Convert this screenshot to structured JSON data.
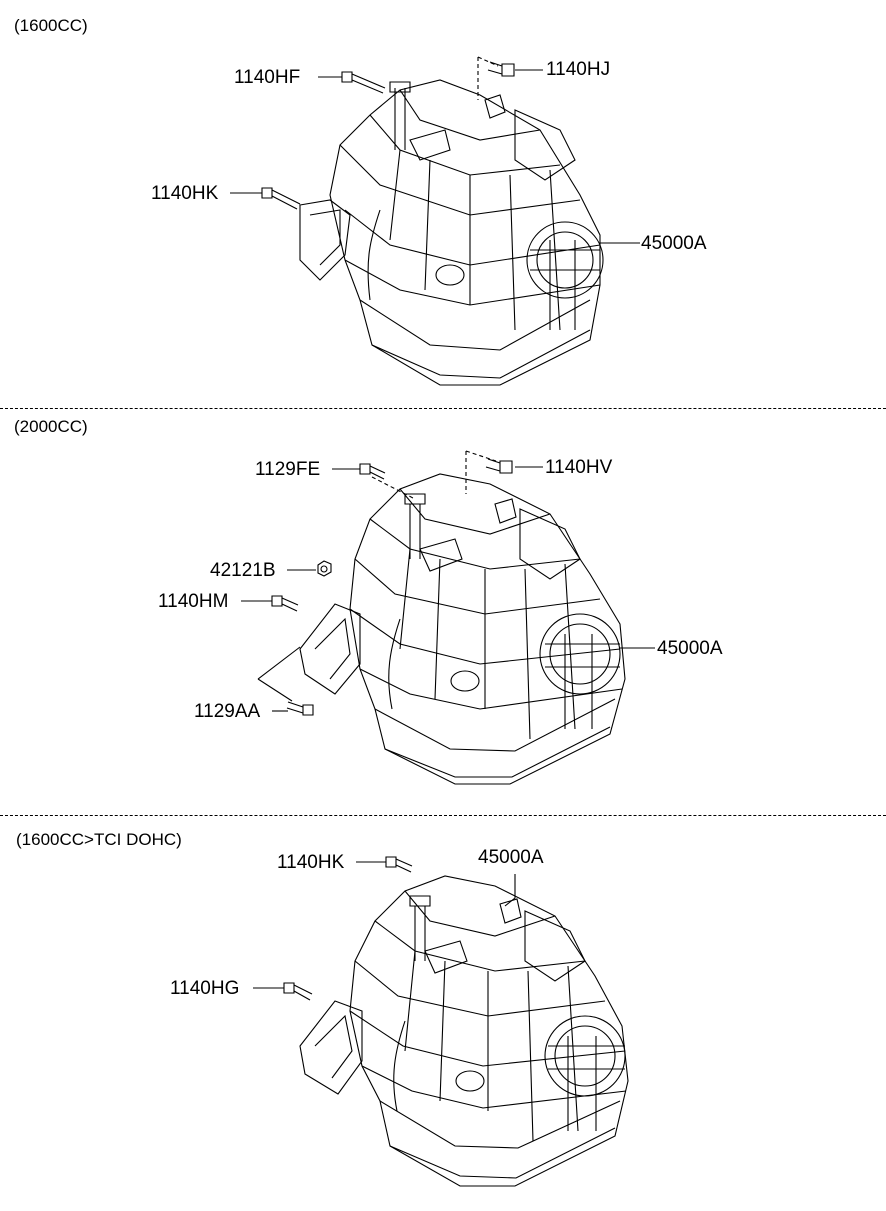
{
  "sections": [
    {
      "title": "(1600CC)",
      "labels": {
        "a": "1140HF",
        "b": "1140HJ",
        "c": "1140HK",
        "d": "45000A"
      }
    },
    {
      "title": "(2000CC)",
      "labels": {
        "a": "1129FE",
        "b": "1140HV",
        "c": "42121B",
        "d": "1140HM",
        "e": "45000A",
        "f": "1129AA"
      }
    },
    {
      "title": "(1600CC>TCI DOHC)",
      "labels": {
        "a": "1140HK",
        "b": "45000A",
        "c": "1140HG"
      }
    }
  ]
}
